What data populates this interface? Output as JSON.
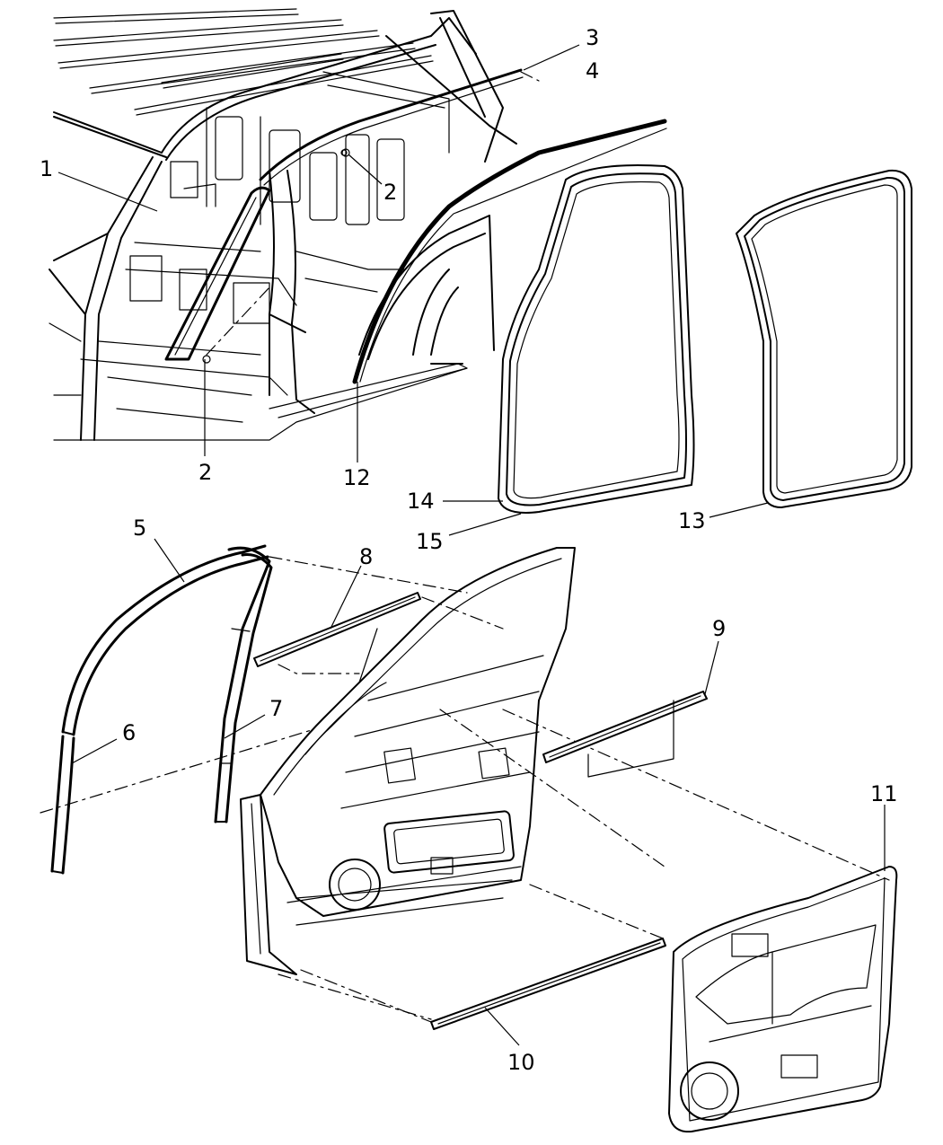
{
  "diagram": {
    "callouts": [
      {
        "id": "c1",
        "label": "1"
      },
      {
        "id": "c2a",
        "label": "2"
      },
      {
        "id": "c2b",
        "label": "2"
      },
      {
        "id": "c3",
        "label": "3"
      },
      {
        "id": "c4",
        "label": "4"
      },
      {
        "id": "c5",
        "label": "5"
      },
      {
        "id": "c6",
        "label": "6"
      },
      {
        "id": "c7",
        "label": "7"
      },
      {
        "id": "c8",
        "label": "8"
      },
      {
        "id": "c9",
        "label": "9"
      },
      {
        "id": "c10",
        "label": "10"
      },
      {
        "id": "c11",
        "label": "11"
      },
      {
        "id": "c12",
        "label": "12"
      },
      {
        "id": "c13",
        "label": "13"
      },
      {
        "id": "c14",
        "label": "14"
      },
      {
        "id": "c15",
        "label": "15"
      }
    ]
  }
}
